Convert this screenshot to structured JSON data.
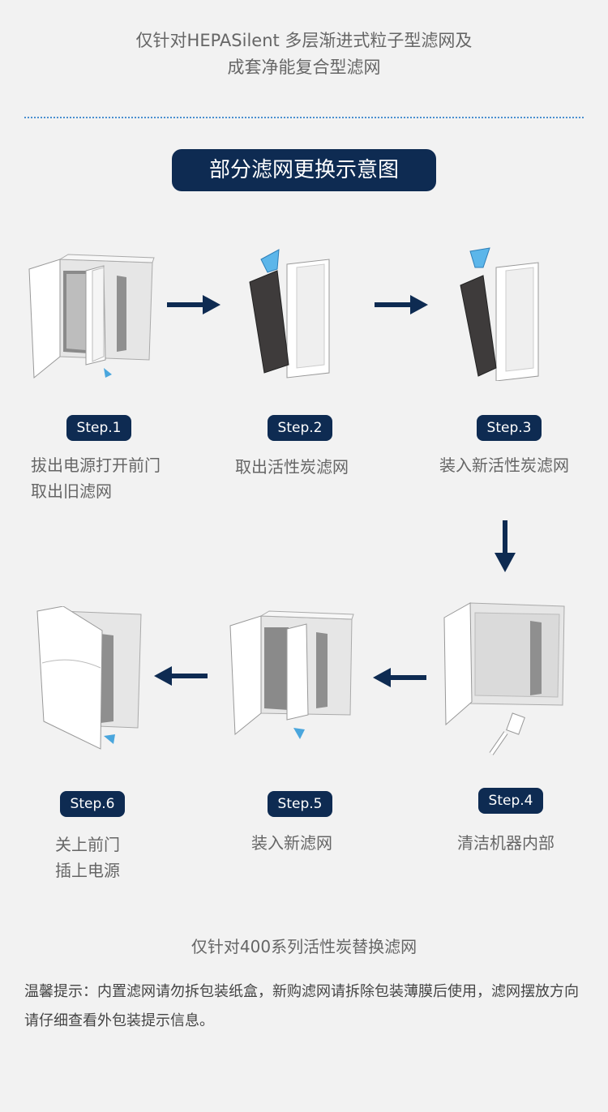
{
  "header": {
    "line1": "仅针对HEPASilent 多层渐进式粒子型滤网及",
    "line2": "成套净能复合型滤网"
  },
  "section_title": "部分滤网更换示意图",
  "steps": [
    {
      "badge": "Step.1",
      "caption_line1": "拔出电源打开前门",
      "caption_line2": "取出旧滤网"
    },
    {
      "badge": "Step.2",
      "caption_line1": "取出活性炭滤网",
      "caption_line2": ""
    },
    {
      "badge": "Step.3",
      "caption_line1": "装入新活性炭滤网",
      "caption_line2": ""
    },
    {
      "badge": "Step.4",
      "caption_line1": "清洁机器内部",
      "caption_line2": ""
    },
    {
      "badge": "Step.5",
      "caption_line1": "装入新滤网",
      "caption_line2": ""
    },
    {
      "badge": "Step.6",
      "caption_line1": "关上前门",
      "caption_line2": "插上电源"
    }
  ],
  "footer_note": "仅针对400系列活性炭替换滤网",
  "tip": "温馨提示：内置滤网请勿拆包装纸盒，新购滤网请拆除包装薄膜后使用，滤网摆放方向请仔细查看外包装提示信息。",
  "colors": {
    "navy": "#0e2b52",
    "accent_blue": "#4a8fd0",
    "background": "#f2f2f2"
  }
}
